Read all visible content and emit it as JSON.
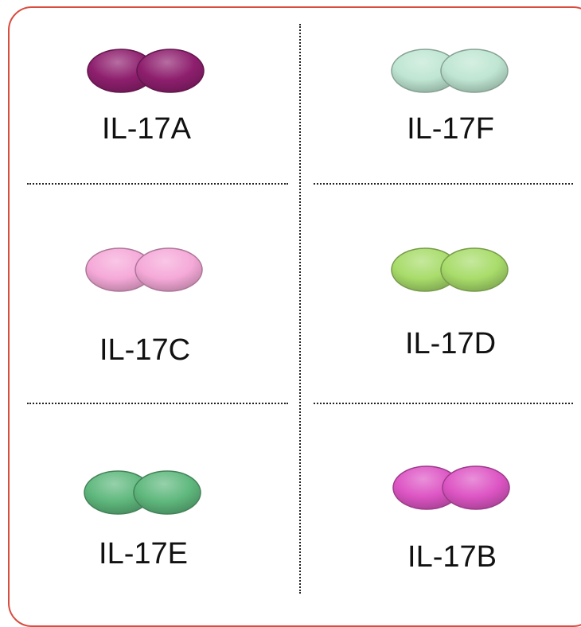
{
  "panels": [
    {
      "label": "IL-17A",
      "color": "#8e1f6e"
    },
    {
      "label": "IL-17F",
      "color": "#bfe6d2"
    },
    {
      "label": "IL-17C",
      "color": "#f5a9d8"
    },
    {
      "label": "IL-17D",
      "color": "#a8dc6a"
    },
    {
      "label": "IL-17E",
      "color": "#5fb87d"
    },
    {
      "label": "IL-17B",
      "color": "#dd55c4"
    }
  ]
}
